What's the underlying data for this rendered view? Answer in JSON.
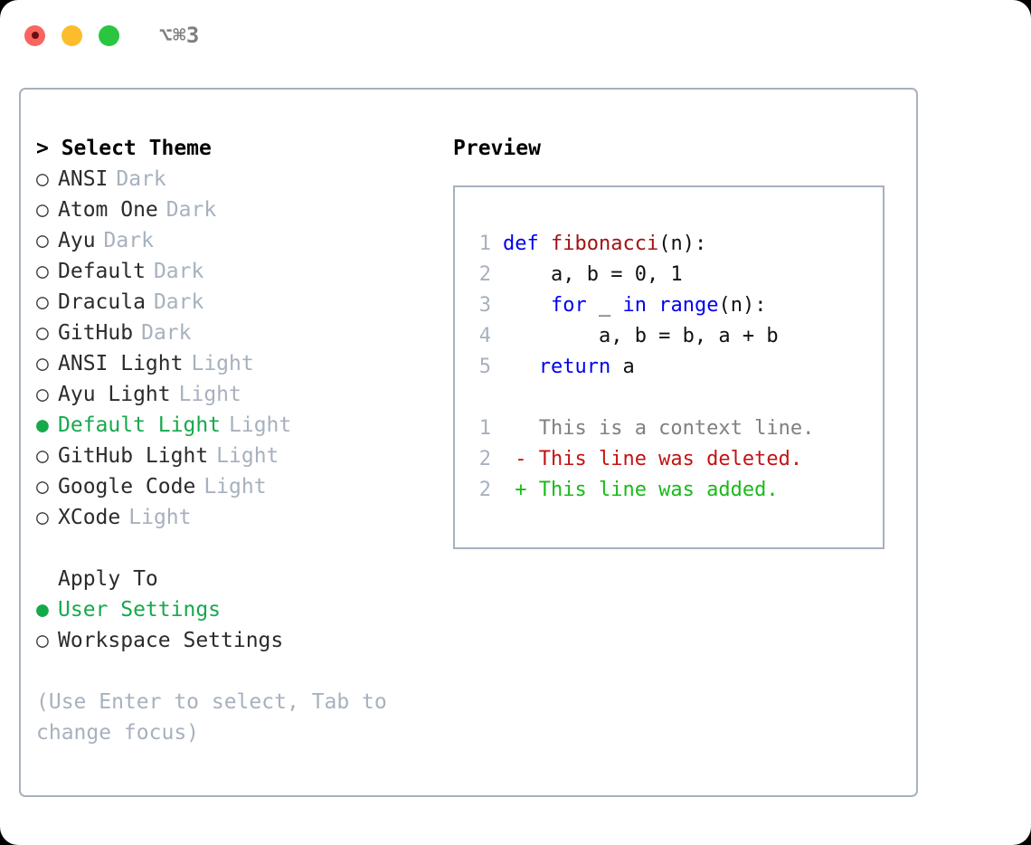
{
  "titlebar": {
    "shortcut": "⌥⌘3",
    "lights": [
      "close-red",
      "minimize-amber",
      "zoom-green"
    ]
  },
  "colors": {
    "accent_green": "#16a94c",
    "muted": "#a7b1be",
    "keyword_blue": "#0000f0",
    "function_red": "#a11212",
    "diff_added": "#18bb18",
    "diff_deleted": "#c21313",
    "border": "#a7b1be"
  },
  "theme_panel": {
    "heading": "> Select Theme",
    "options": [
      {
        "bullet": "○",
        "label": "ANSI",
        "tag": "Dark",
        "selected": false
      },
      {
        "bullet": "○",
        "label": "Atom One",
        "tag": "Dark",
        "selected": false
      },
      {
        "bullet": "○",
        "label": "Ayu",
        "tag": "Dark",
        "selected": false
      },
      {
        "bullet": "○",
        "label": "Default",
        "tag": "Dark",
        "selected": false
      },
      {
        "bullet": "○",
        "label": "Dracula",
        "tag": "Dark",
        "selected": false
      },
      {
        "bullet": "○",
        "label": "GitHub",
        "tag": "Dark",
        "selected": false
      },
      {
        "bullet": "○",
        "label": "ANSI Light",
        "tag": "Light",
        "selected": false
      },
      {
        "bullet": "○",
        "label": "Ayu Light",
        "tag": "Light",
        "selected": false
      },
      {
        "bullet": "●",
        "label": "Default Light",
        "tag": "Light",
        "selected": true
      },
      {
        "bullet": "○",
        "label": "GitHub Light",
        "tag": "Light",
        "selected": false
      },
      {
        "bullet": "○",
        "label": "Google Code",
        "tag": "Light",
        "selected": false
      },
      {
        "bullet": "○",
        "label": "XCode",
        "tag": "Light",
        "selected": false
      }
    ],
    "apply_to": {
      "heading": "Apply To",
      "options": [
        {
          "bullet": "●",
          "label": "User Settings",
          "selected": true
        },
        {
          "bullet": "○",
          "label": "Workspace Settings",
          "selected": false
        }
      ]
    },
    "hint": "(Use Enter to select, Tab to change focus)"
  },
  "preview": {
    "heading": "Preview",
    "code_lines": [
      {
        "no": "1",
        "tokens": [
          {
            "t": "def ",
            "c": "kw"
          },
          {
            "t": "fibonacci",
            "c": "fn"
          },
          {
            "t": "(n):",
            "c": "txt"
          }
        ]
      },
      {
        "no": "2",
        "tokens": [
          {
            "t": "    a, b = 0, 1",
            "c": "txt"
          }
        ]
      },
      {
        "no": "3",
        "tokens": [
          {
            "t": "    ",
            "c": "txt"
          },
          {
            "t": "for",
            "c": "kw"
          },
          {
            "t": " _ ",
            "c": "txt"
          },
          {
            "t": "in",
            "c": "kw"
          },
          {
            "t": " ",
            "c": "txt"
          },
          {
            "t": "range",
            "c": "kw"
          },
          {
            "t": "(n):",
            "c": "txt"
          }
        ]
      },
      {
        "no": "4",
        "tokens": [
          {
            "t": "        a, b = b, a + b",
            "c": "txt"
          }
        ]
      },
      {
        "no": "5",
        "tokens": [
          {
            "t": "   ",
            "c": "txt"
          },
          {
            "t": "return",
            "c": "kw"
          },
          {
            "t": " a",
            "c": "txt"
          }
        ]
      },
      {
        "blank": true
      },
      {
        "no": "1",
        "tokens": [
          {
            "t": "   This is a context line.",
            "c": "ctx"
          }
        ]
      },
      {
        "no": "2",
        "tokens": [
          {
            "t": " - This line was deleted.",
            "c": "del"
          }
        ]
      },
      {
        "no": "2",
        "tokens": [
          {
            "t": " + This line was added.",
            "c": "add"
          }
        ]
      }
    ]
  }
}
